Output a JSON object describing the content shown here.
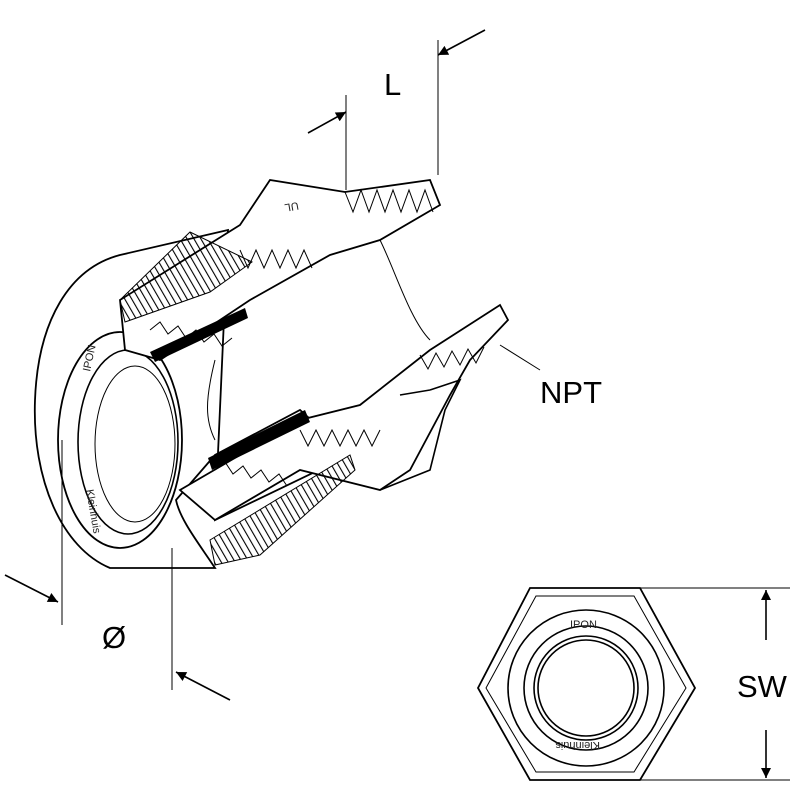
{
  "labels": {
    "length": "L",
    "thread": "NPT",
    "diameter": "Ø",
    "wrench_size": "SW"
  },
  "markings": {
    "brand_side": "IPON",
    "brand_face": "IPON",
    "maker": "Kleinhuis",
    "approval": "UL"
  },
  "colors": {
    "line": "#000000",
    "background": "#ffffff"
  }
}
